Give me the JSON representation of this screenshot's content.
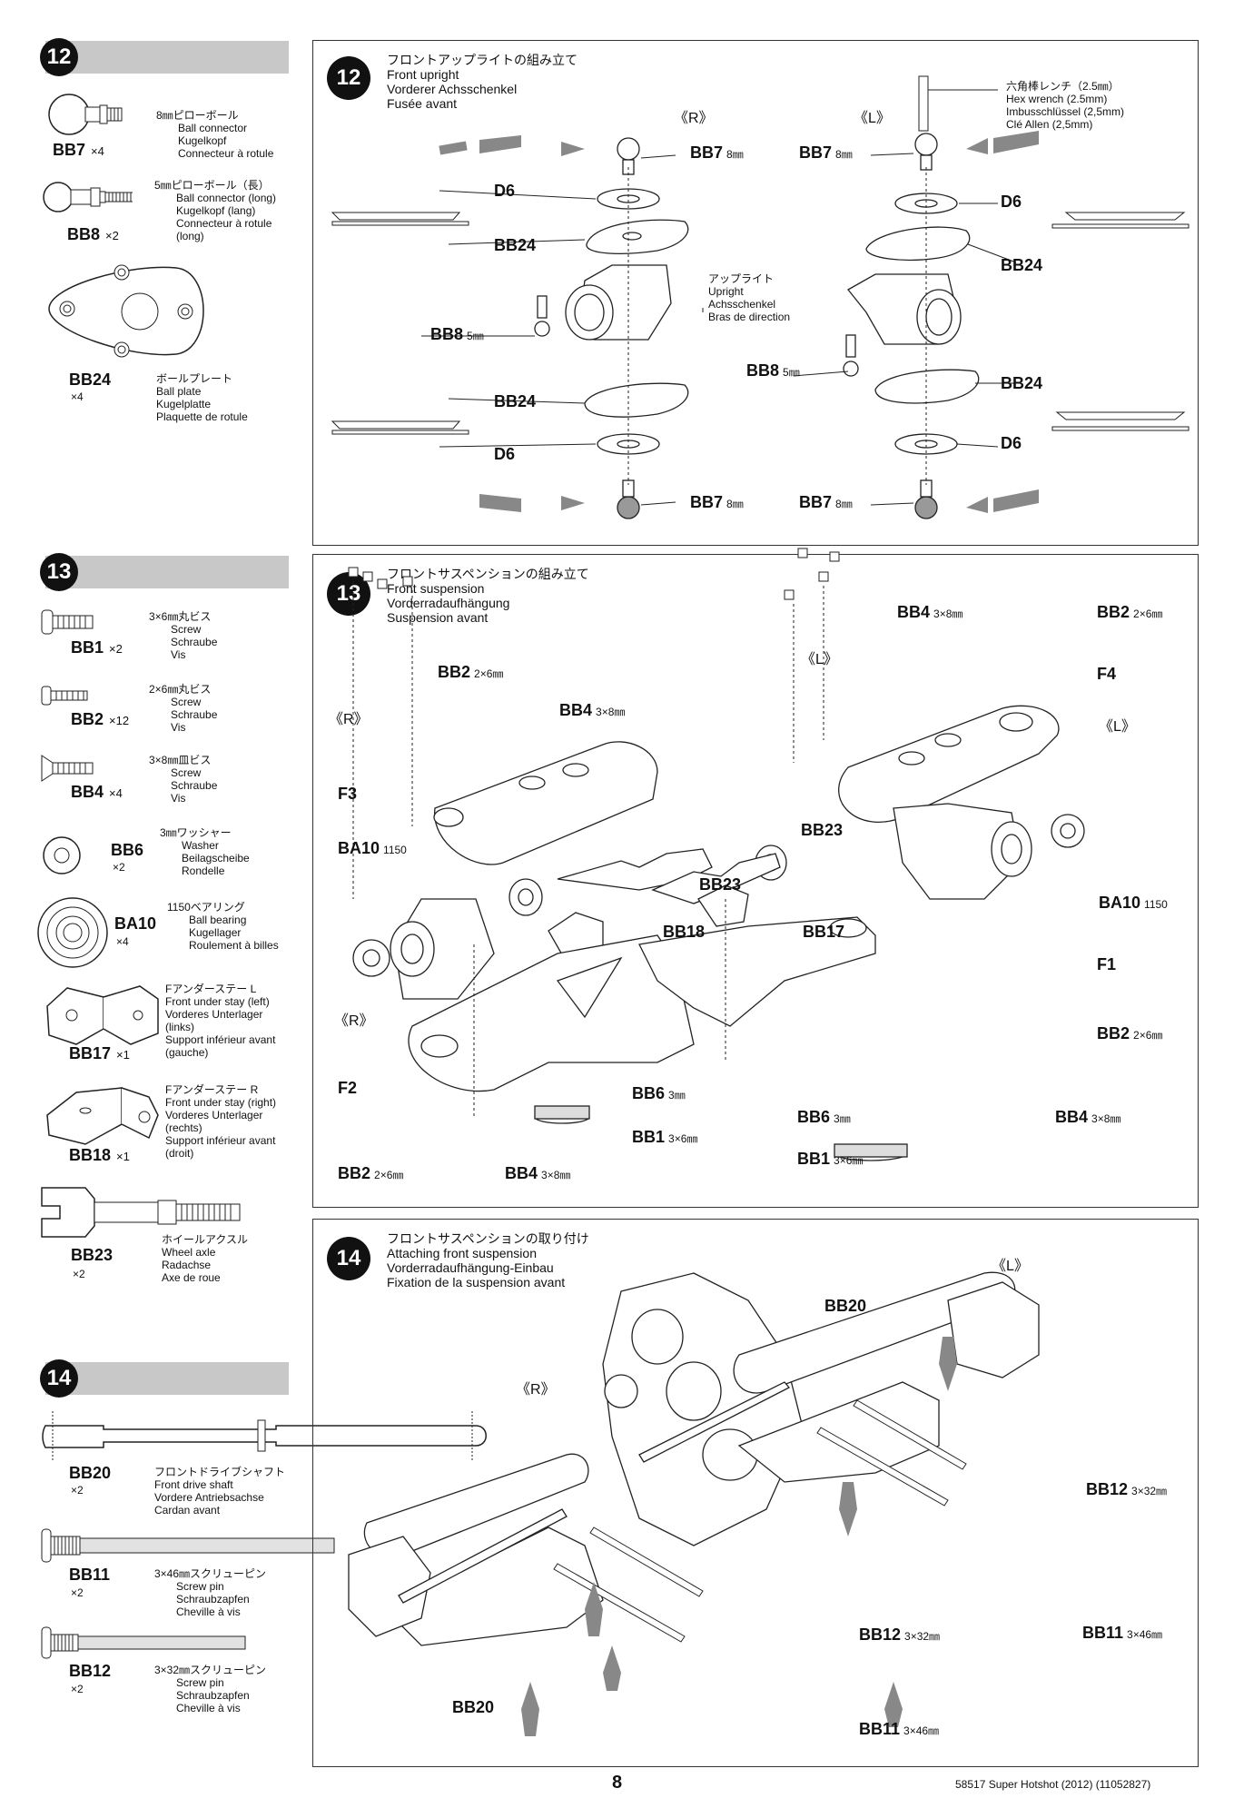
{
  "parts12": {
    "title_num": "12",
    "items": [
      {
        "id": "BB7",
        "qty": "×4",
        "lines": [
          "8㎜ピローボール",
          "Ball connector",
          "Kugelkopf",
          "Connecteur à rotule"
        ]
      },
      {
        "id": "BB8",
        "qty": "×2",
        "lines": [
          "5㎜ピローボール（長）",
          "Ball connector (long)",
          "Kugelkopf (lang)",
          "Connecteur à rotule",
          "(long)"
        ]
      },
      {
        "id": "BB24",
        "qty": "×4",
        "lines": [
          "ボールプレート",
          "Ball plate",
          "Kugelplatte",
          "Plaquette de rotule"
        ]
      }
    ]
  },
  "parts13": {
    "title_num": "13",
    "items": [
      {
        "id": "BB1",
        "qty": "×2",
        "lines": [
          "3×6㎜丸ビス",
          "Screw",
          "Schraube",
          "Vis"
        ]
      },
      {
        "id": "BB2",
        "qty": "×12",
        "lines": [
          "2×6㎜丸ビス",
          "Screw",
          "Schraube",
          "Vis"
        ]
      },
      {
        "id": "BB4",
        "qty": "×4",
        "lines": [
          "3×8㎜皿ビス",
          "Screw",
          "Schraube",
          "Vis"
        ]
      },
      {
        "id": "BB6",
        "qty": "×2",
        "lines": [
          "3㎜ワッシャー",
          "Washer",
          "Beilagscheibe",
          "Rondelle"
        ]
      },
      {
        "id": "BA10",
        "qty": "×4",
        "lines": [
          "1150ベアリング",
          "Ball bearing",
          "Kugellager",
          "Roulement à billes"
        ]
      },
      {
        "id": "BB17",
        "qty": "×1",
        "lines": [
          "Fアンダーステー L",
          "Front under stay (left)",
          "Vorderes Unterlager",
          "(links)",
          "Support inférieur avant",
          "(gauche)"
        ]
      },
      {
        "id": "BB18",
        "qty": "×1",
        "lines": [
          "Fアンダーステー R",
          "Front under stay (right)",
          "Vorderes Unterlager",
          "(rechts)",
          "Support inférieur avant",
          "(droit)"
        ]
      },
      {
        "id": "BB23",
        "qty": "×2",
        "lines": [
          "ホイールアクスル",
          "Wheel axle",
          "Radachse",
          "Axe de roue"
        ]
      }
    ]
  },
  "parts14": {
    "title_num": "14",
    "items": [
      {
        "id": "BB20",
        "qty": "×2",
        "lines": [
          "フロントドライブシャフト",
          "Front drive shaft",
          "Vordere Antriebsachse",
          "Cardan avant"
        ]
      },
      {
        "id": "BB11",
        "qty": "×2",
        "lines": [
          "3×46㎜スクリューピン",
          "Screw pin",
          "Schraubzapfen",
          "Cheville à vis"
        ]
      },
      {
        "id": "BB12",
        "qty": "×2",
        "lines": [
          "3×32㎜スクリューピン",
          "Screw pin",
          "Schraubzapfen",
          "Cheville à vis"
        ]
      }
    ]
  },
  "step12": {
    "num": "12",
    "title": [
      "フロントアップライトの組み立て",
      "Front upright",
      "Vorderer Achsschenkel",
      "Fusée avant"
    ],
    "r": "《R》",
    "l": "《L》",
    "wrench": [
      "六角棒レンチ（2.5㎜）",
      "Hex wrench (2.5mm)",
      "Imbusschlüssel (2,5mm)",
      "Clé Allen (2,5mm)"
    ],
    "upright": [
      "アップライト",
      "Upright",
      "Achsschenkel",
      "Bras de direction"
    ],
    "labels": {
      "bb7": "BB7",
      "bb8": "BB8",
      "bb24": "BB24",
      "d6": "D6",
      "s8": "8㎜",
      "s5": "5㎜"
    }
  },
  "step13": {
    "num": "13",
    "title": [
      "フロントサスペンションの組み立て",
      "Front suspension",
      "Vorderradaufhängung",
      "Suspension avant"
    ],
    "r": "《R》",
    "l": "《L》",
    "labels": {
      "bb1": "BB1",
      "bb2": "BB2",
      "bb4": "BB4",
      "bb6": "BB6",
      "bb17": "BB17",
      "bb18": "BB18",
      "bb23": "BB23",
      "ba10": "BA10",
      "f1": "F1",
      "f2": "F2",
      "f3": "F3",
      "f4": "F4",
      "s26": "2×6㎜",
      "s38": "3×8㎜",
      "s36": "3×6㎜",
      "s3": "3㎜",
      "n1150": "1150"
    }
  },
  "step14": {
    "num": "14",
    "title": [
      "フロントサスペンションの取り付け",
      "Attaching front suspension",
      "Vorderradaufhängung-Einbau",
      "Fixation de la suspension avant"
    ],
    "r": "《R》",
    "l": "《L》",
    "labels": {
      "bb11": "BB11",
      "bb12": "BB12",
      "bb20": "BB20",
      "s332": "3×32㎜",
      "s346": "3×46㎜"
    }
  },
  "footer": {
    "page": "8",
    "code": "58517 Super Hotshot (2012) (11052827)"
  }
}
